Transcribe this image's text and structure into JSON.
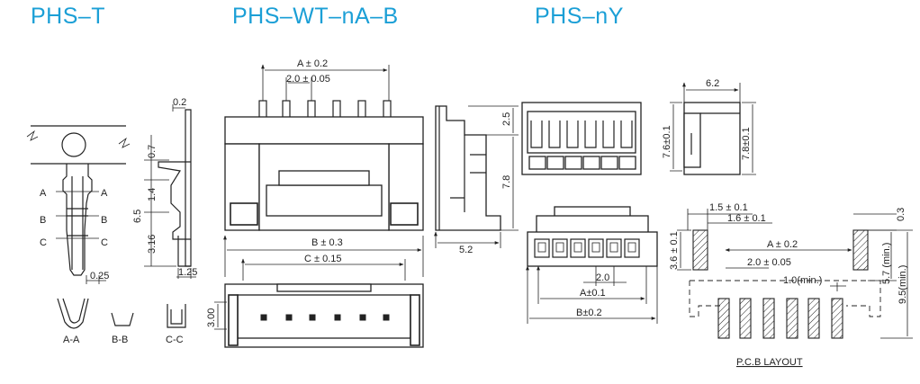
{
  "titles": {
    "phs_t": "PHS–T",
    "phs_wt": "PHS–WT–nA–B",
    "phs_ny": "PHS–nY"
  },
  "colors": {
    "title": "#1b9fd6",
    "line": "#222222"
  },
  "phs_t": {
    "dim_top": "0.2",
    "dim_07": "0.7",
    "dim_14": "1.4",
    "dim_65": "6.5",
    "dim_316": "3.16",
    "dim_025": "0.25",
    "dim_125": "1.25",
    "a": "A",
    "b": "B",
    "c": "C",
    "sec_aa": "A-A",
    "sec_bb": "B-B",
    "sec_cc": "C-C"
  },
  "phs_wt": {
    "dim_a": "A ± 0.2",
    "dim_pitch": "2.0 ± 0.05",
    "dim_b": "B ± 0.3",
    "dim_c": "C ± 0.15",
    "dim_300": "3.00",
    "side_25": "2.5",
    "side_78": "7.8",
    "side_52": "5.2"
  },
  "phs_ny": {
    "dim_76": "7.6±0.1",
    "dim_62": "6.2",
    "dim_78": "7.8±0.1",
    "dim_pitch": "2.0",
    "dim_a": "A±0.1",
    "dim_b": "B±0.2"
  },
  "pcb": {
    "d_15": "1.5 ± 0.1",
    "d_16": "1.6 ± 0.1",
    "d_03": "0.3",
    "d_36": "3.6 ± 0.1",
    "d_a": "A ± 0.2",
    "d_pitch": "2.0 ± 0.05",
    "d_10": "1.0(min.)",
    "d_57": "5.7 (min.)",
    "d_95": "9.5(min.)",
    "label": "P.C.B LAYOUT"
  }
}
